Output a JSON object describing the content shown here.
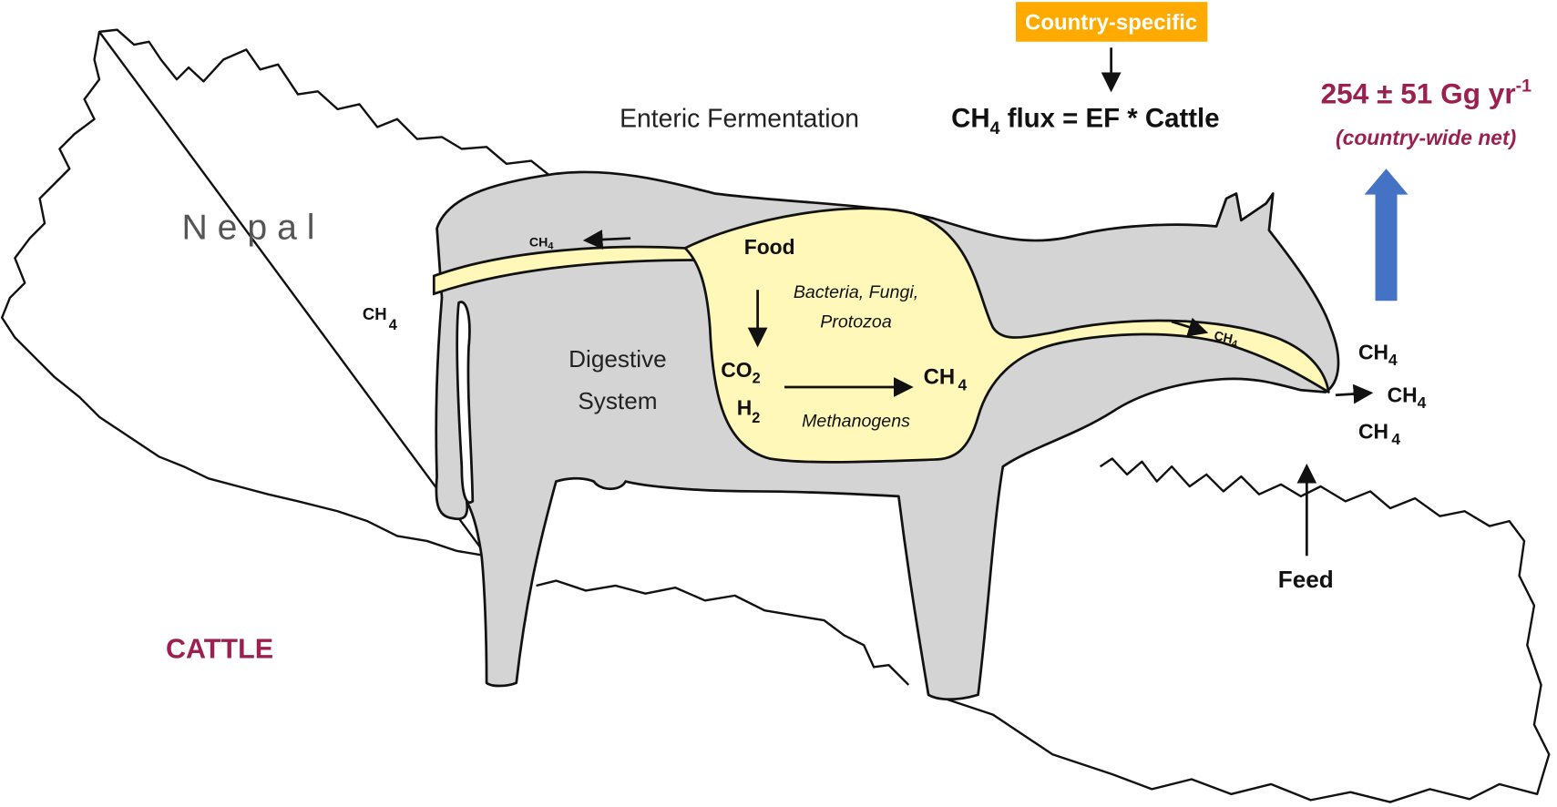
{
  "labels": {
    "country_specific": "Country-specific",
    "equation_prefix": "CH",
    "equation_sub": "4",
    "equation_rest": " flux = EF * Cattle",
    "title": "Enteric Fermentation",
    "flux_value": "254 ± 51 Gg yr",
    "flux_exp": "-1",
    "flux_note": "(country-wide net)",
    "nepal": "N e p a l",
    "cattle": "CATTLE",
    "digestive_1": "Digestive",
    "digestive_2": "System",
    "food": "Food",
    "microbes_1": "Bacteria, Fungi,",
    "microbes_2": "Protozoa",
    "co2": "CO",
    "co2_sub": "2",
    "h2": "H",
    "h2_sub": "2",
    "methanogens": "Methanogens",
    "ch": "CH",
    "ch_sub": "4",
    "feed": "Feed"
  },
  "colors": {
    "accent_orange": "#FFAA00",
    "flux_color": "#9B2050",
    "arrow_blue": "#4472C4",
    "cow_gray": "#D4D4D4",
    "tract_yellow": "#FFF8B8"
  }
}
